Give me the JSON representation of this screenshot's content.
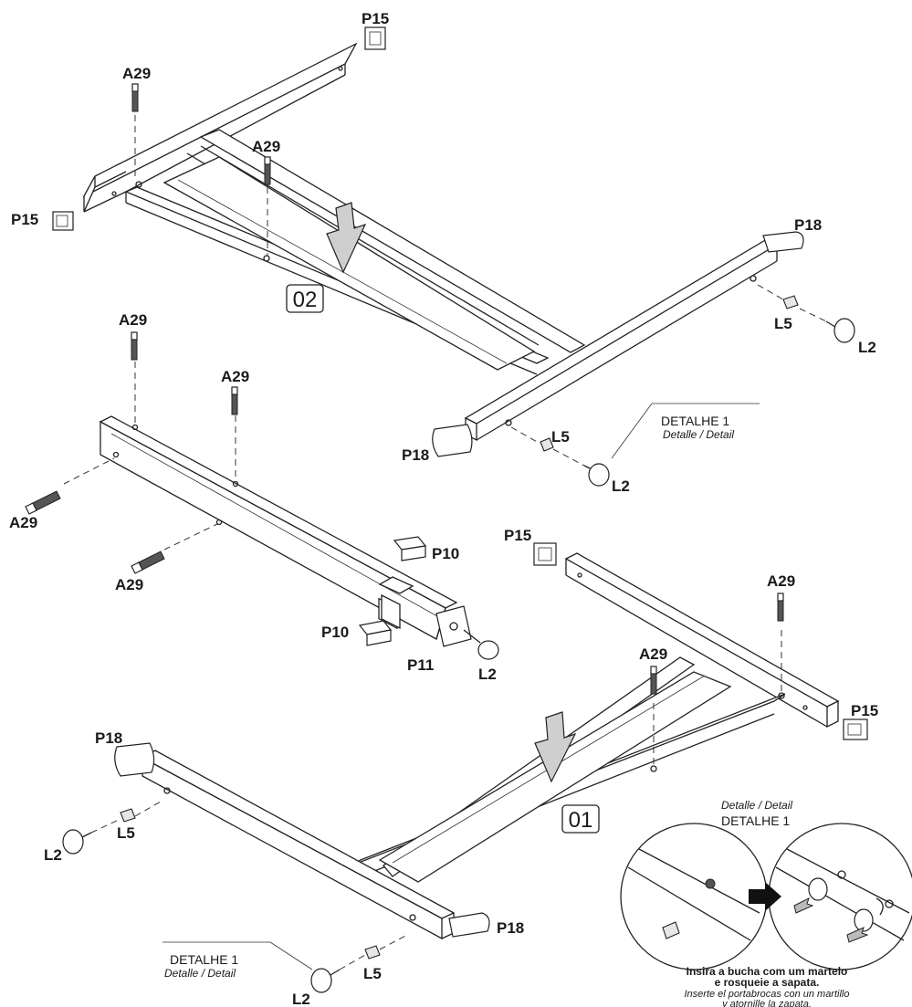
{
  "assembly": {
    "step_labels": {
      "frame_top": "02",
      "frame_bottom": "01"
    },
    "part_labels": {
      "p15_top": "P15",
      "a29_top_left": "A29",
      "a29_top_mid": "A29",
      "p15_left": "P15",
      "p18_top_right": "P18",
      "l5_top_right": "L5",
      "l2_top_right": "L2",
      "p18_mid": "P18",
      "l5_mid": "L5",
      "l2_mid": "L2",
      "a29_beam_top1": "A29",
      "a29_beam_top2": "A29",
      "a29_beam_left1": "A29",
      "a29_beam_left2": "A29",
      "p10_top": "P10",
      "p10_bottom": "P10",
      "p11": "P11",
      "l2_beam": "L2",
      "p15_bottom_mid": "P15",
      "a29_bottom_right": "A29",
      "a29_bottom_mid": "A29",
      "p15_bottom_right": "P15",
      "p18_bottom_left": "P18",
      "l5_bottom_left": "L5",
      "l2_bottom_left": "L2",
      "l5_bottom_mid": "L5",
      "l2_bottom_mid": "L2",
      "p18_bottom_mid": "P18"
    },
    "details": {
      "detail_upper": {
        "title": "DETALHE 1",
        "subtitle": "Detalle / Detail"
      },
      "detail_lower": {
        "title": "DETALHE 1",
        "subtitle": "Detalle / Detail"
      },
      "detail_circle": {
        "subtitle": "Detalle / Detail",
        "title": "DETALHE 1"
      }
    },
    "caption": {
      "pt_line1": "Insira a bucha com um martelo",
      "pt_line2": "e rosqueie a sapata.",
      "es_line1": "Inserte el portabrocas con un martillo",
      "es_line2": "y atornille la zapata."
    }
  }
}
